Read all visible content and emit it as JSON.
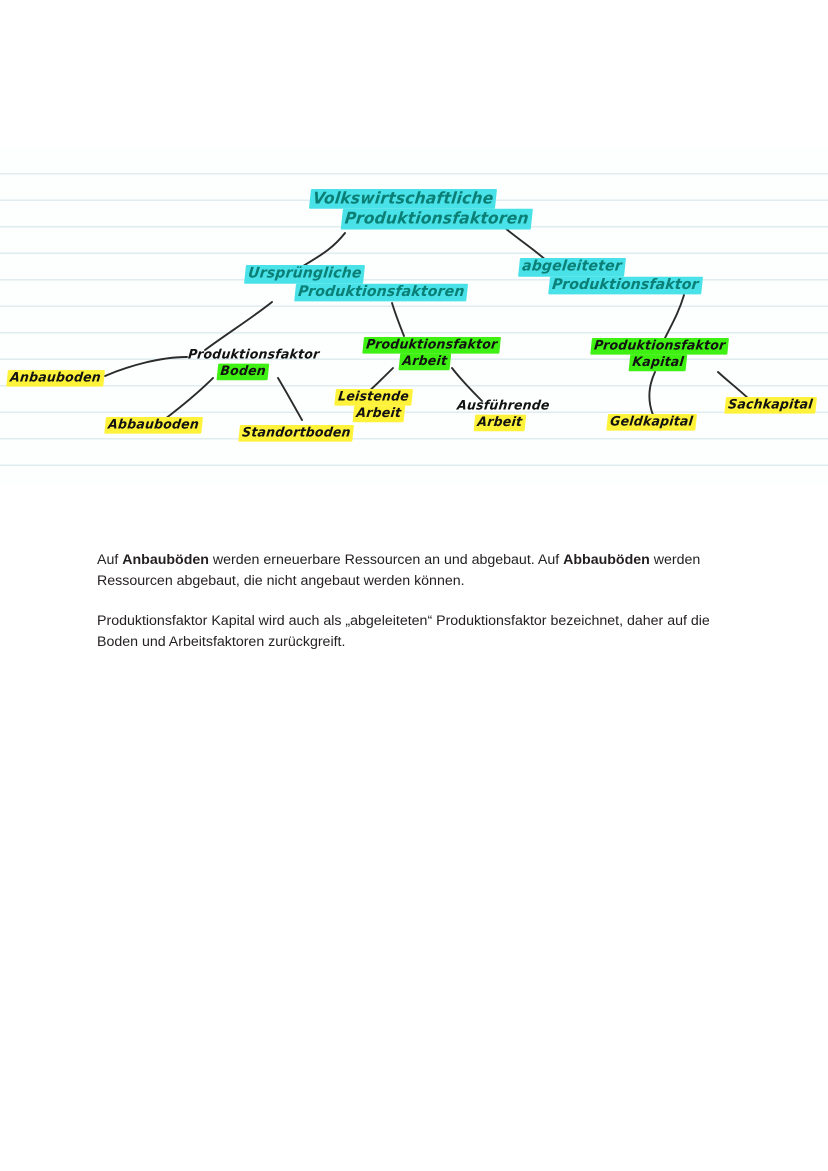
{
  "document": {
    "title": "Volkswirtschaftliche Produktionsfaktoren",
    "page_background": "#ffffff",
    "rule_line_color": "#d6e6ec"
  },
  "colors": {
    "highlight_cyan": "#48e2e8",
    "highlight_green": "#3ff013",
    "highlight_yellow": "#fff23a",
    "ink_teal": "#0b7f75",
    "ink_black": "#141414",
    "body_text": "#231f20"
  },
  "diagram": {
    "type": "hand-drawn-mindmap",
    "nodes": {
      "root": {
        "line1": "Volkswirtschaftliche",
        "line2": "Produktionsfaktoren",
        "highlight": "cyan",
        "ink": "teal",
        "level": 0
      },
      "ursprungliche": {
        "line1": "Ursprüngliche",
        "line2": "Produktionsfaktoren",
        "highlight": "cyan",
        "ink": "teal",
        "level": 1
      },
      "abgeleiteter": {
        "line1": "abgeleiteter",
        "line2": "Produktionsfaktor",
        "highlight": "cyan",
        "ink": "teal",
        "level": 1
      },
      "faktor_boden": {
        "line1": "Produktionsfaktor",
        "line2": "Boden",
        "highlight": "green",
        "ink": "black",
        "level": 2
      },
      "faktor_arbeit": {
        "line1": "Produktionsfaktor",
        "line2": "Arbeit",
        "highlight": "green",
        "ink": "black",
        "level": 2
      },
      "faktor_kapital": {
        "line1": "Produktionsfaktor",
        "line2": "Kapital",
        "highlight": "green",
        "ink": "black",
        "level": 2
      },
      "anbauboden": {
        "line1": "Anbauboden",
        "highlight": "yellow",
        "ink": "black",
        "level": 3
      },
      "abbauboden": {
        "line1": "Abbauboden",
        "highlight": "yellow",
        "ink": "black",
        "level": 3
      },
      "standortboden": {
        "line1": "Standortboden",
        "highlight": "yellow",
        "ink": "black",
        "level": 3
      },
      "leistende_arbeit": {
        "line1": "Leistende",
        "line2": "Arbeit",
        "highlight": "yellow",
        "ink": "black",
        "level": 3
      },
      "ausfuhrende_arbeit": {
        "line1": "Ausführende",
        "line2": "Arbeit",
        "highlight": "yellow",
        "ink": "black",
        "level": 3
      },
      "geldkapital": {
        "line1": "Geldkapital",
        "highlight": "yellow",
        "ink": "black",
        "level": 3
      },
      "sachkapital": {
        "line1": "Sachkapital",
        "highlight": "yellow",
        "ink": "black",
        "level": 3
      }
    },
    "edges": [
      {
        "from": "root",
        "to": "ursprungliche"
      },
      {
        "from": "root",
        "to": "abgeleiteter"
      },
      {
        "from": "ursprungliche",
        "to": "faktor_boden"
      },
      {
        "from": "ursprungliche",
        "to": "faktor_arbeit"
      },
      {
        "from": "abgeleiteter",
        "to": "faktor_kapital"
      },
      {
        "from": "faktor_boden",
        "to": "anbauboden"
      },
      {
        "from": "faktor_boden",
        "to": "abbauboden"
      },
      {
        "from": "faktor_boden",
        "to": "standortboden"
      },
      {
        "from": "faktor_arbeit",
        "to": "leistende_arbeit"
      },
      {
        "from": "faktor_arbeit",
        "to": "ausfuhrende_arbeit"
      },
      {
        "from": "faktor_kapital",
        "to": "geldkapital"
      },
      {
        "from": "faktor_kapital",
        "to": "sachkapital"
      }
    ]
  },
  "notes": {
    "paragraph_1": {
      "part_1": "Auf ",
      "bold_1": "Anbauböden",
      "part_2": " werden erneuerbare Ressourcen an und abgebaut. Auf ",
      "bold_2": "Abbauböden",
      "part_3": " werden  Ressourcen abgebaut, die nicht angebaut werden können."
    },
    "paragraph_2": {
      "text": "Produktionsfaktor Kapital wird auch als „abgeleiteten“ Produktionsfaktor bezeichnet, daher auf die Boden und Arbeitsfaktoren zurückgreift."
    }
  }
}
